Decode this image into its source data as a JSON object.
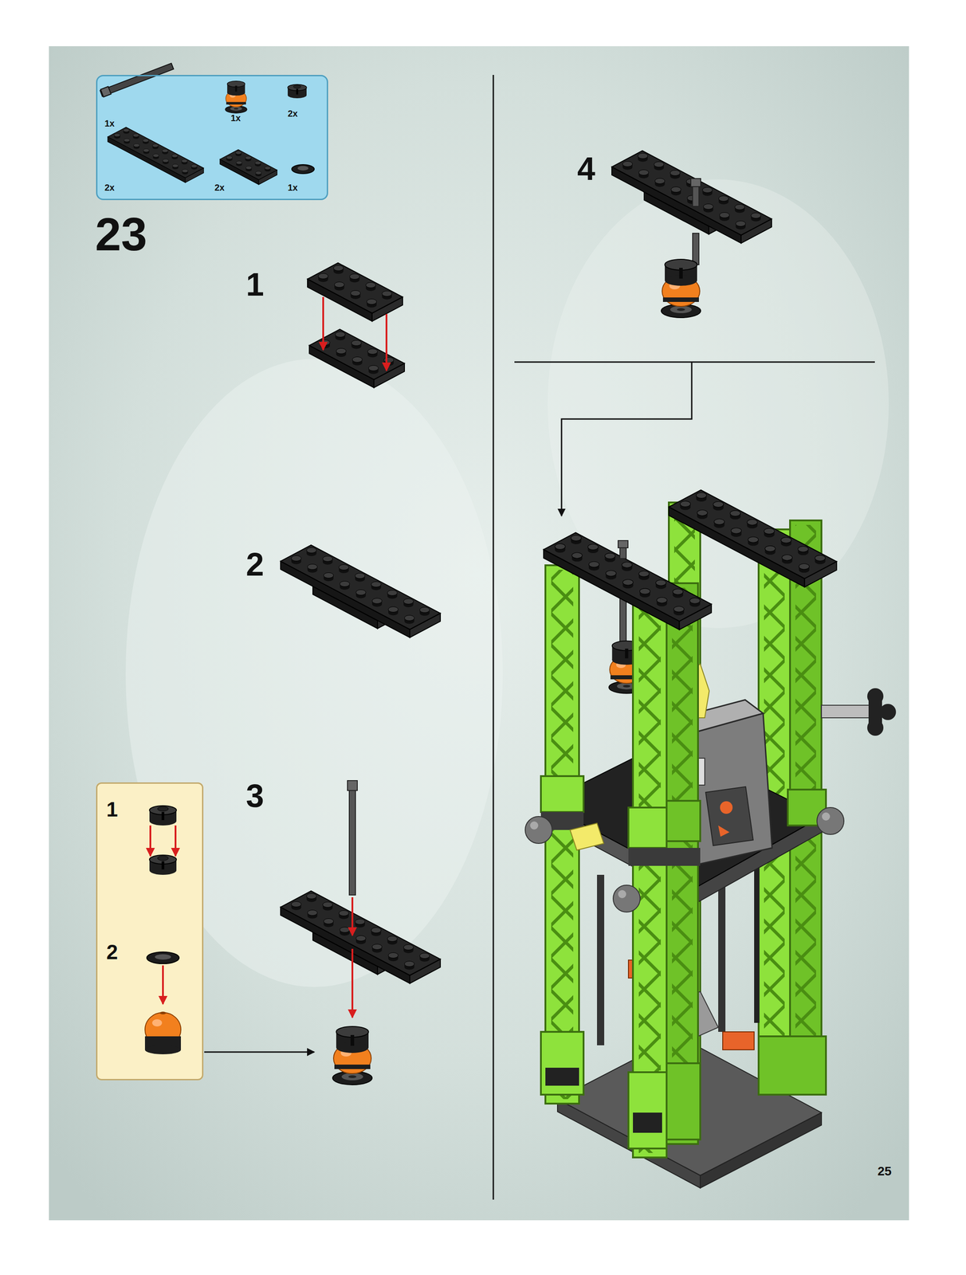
{
  "diagram": {
    "nodes": [
      {
        "text": [
          "1x",
          "1x",
          "2x",
          "2x",
          "2x",
          "1x"
        ]
      },
      {
        "text": [
          "1",
          "2"
        ]
      }
    ],
    "labels": [
      "23",
      "1",
      "2",
      "3",
      "4",
      "25"
    ]
  }
}
